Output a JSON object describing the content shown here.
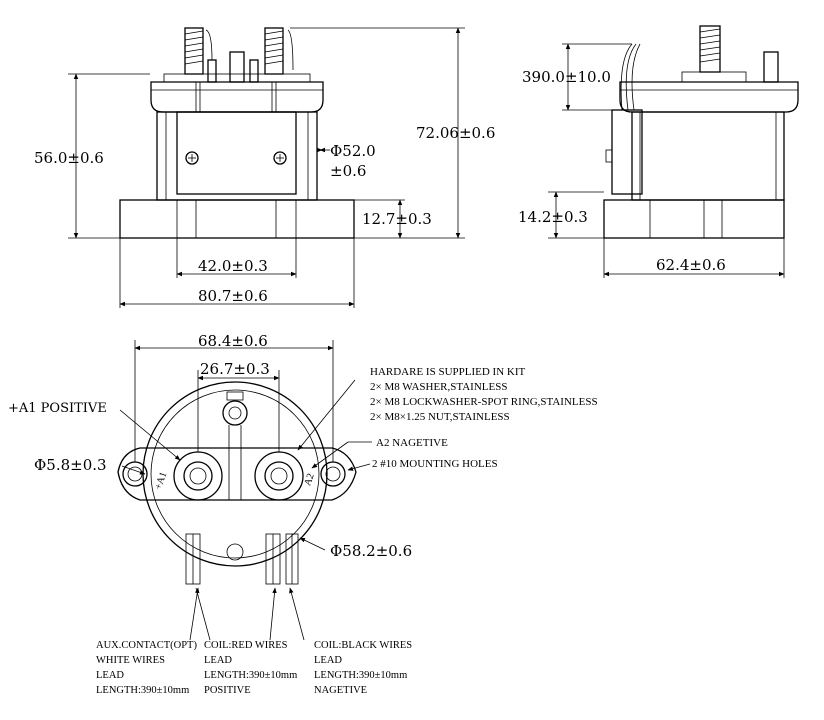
{
  "dims": {
    "h56": "56.0±0.6",
    "phi52a": "Φ52.0",
    "phi52b": "±0.6",
    "h72": "72.06±0.6",
    "h127": "12.7±0.3",
    "w42": "42.0±0.3",
    "w807": "80.7±0.6",
    "lead390": "390.0±10.0",
    "h142": "14.2±0.3",
    "w624": "62.4±0.6",
    "w684": "68.4±0.6",
    "w267": "26.7±0.3",
    "phi58": "Φ5.8±0.3",
    "phi582": "Φ58.2±0.6"
  },
  "labels": {
    "a1_positive": "+A1 POSITIVE",
    "a2_negative": "A2 NAGETIVE",
    "mounting_holes": "2 #10 MOUNTING HOLES",
    "hw1": "HARDARE IS SUPPLIED IN KIT",
    "hw2": "2× M8 WASHER,STAINLESS",
    "hw3": "2× M8 LOCKWASHER-SPOT RING,STAINLESS",
    "hw4": "2× M8×1.25 NUT,STAINLESS",
    "a1_mark": "+A1",
    "a2_mark": "A2"
  },
  "notes": {
    "aux": [
      "AUX.CONTACT(OPT)",
      "WHITE WIRES",
      "LEAD",
      "LENGTH:390±10mm"
    ],
    "red": [
      "COIL:RED WIRES",
      "LEAD",
      "LENGTH:390±10mm",
      "POSITIVE"
    ],
    "black": [
      "COIL:BLACK WIRES",
      "LEAD",
      "LENGTH:390±10mm",
      "NAGETIVE"
    ]
  }
}
